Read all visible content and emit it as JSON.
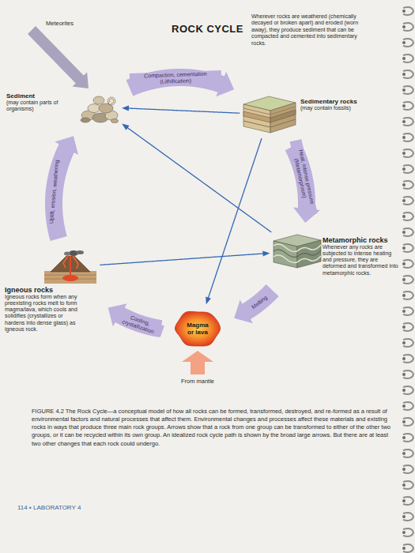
{
  "diagram": {
    "title": "ROCK CYCLE",
    "caption": "FIGURE 4.2 The Rock Cycle—a conceptual model of how all rocks can be formed, transformed, destroyed, and re-formed as a result of environmental factors and natural processes that affect them. Environmental changes and processes affect these materials and existing rocks in ways that produce three main rock groups. Arrows show that a rock from one group can be transformed to either of the other two groups, or it can be recycled within its own group. An idealized rock cycle path is shown by the broad large arrows. But there are at least two other changes that each rock could undergo.",
    "nodes": [
      {
        "text": [
          "Sediment",
          "(may contain parts of organisms)"
        ]
      },
      {
        "text": [
          "Sedimentary rocks",
          "(may contain fossils)"
        ]
      },
      {
        "text": [
          "Metamorphic rocks",
          "Whenever any rocks are subjected to intense heating and pressure, they are deformed and transformed into metamorphic rocks."
        ]
      },
      {
        "text": [
          "Magma or lava"
        ]
      },
      {
        "text": [
          "Igneous rocks",
          "Igneous rocks form when any preexisting rocks melt to form magma/lava, which cools and solidifies (crystallizes or hardens into dense glass) as igneous rock."
        ]
      }
    ],
    "edges": [
      {
        "from": 0,
        "to": 1,
        "arrow": "to",
        "label": "Compaction, cementation (Lithification)"
      },
      {
        "from": 1,
        "to": 2,
        "arrow": "to",
        "label": "Heat, intense pressure (Metamorphism)"
      },
      {
        "from": 2,
        "to": 3,
        "arrow": "to",
        "label": "Melting"
      },
      {
        "from": 3,
        "to": 4,
        "arrow": "to",
        "label": "Cooling, crystallization"
      },
      {
        "from": 4,
        "to": 0,
        "arrow": "to",
        "label": "Uplift, erosion, weathering"
      },
      {
        "from": 1,
        "to": 0,
        "arrow": "to"
      },
      {
        "from": 2,
        "to": 0,
        "arrow": "to"
      },
      {
        "from": 4,
        "to": 2,
        "arrow": "to"
      },
      {
        "from": 1,
        "to": 3,
        "arrow": "to"
      }
    ],
    "labels": [
      "Wherever rocks are weathered (chemically decayed or broken apart) and eroded (worn away), they produce sediment that can be compacted and cemented into sedimentary rocks.",
      "Meteorites",
      "From mantle",
      "114 ▪ LABORATORY 4"
    ]
  }
}
